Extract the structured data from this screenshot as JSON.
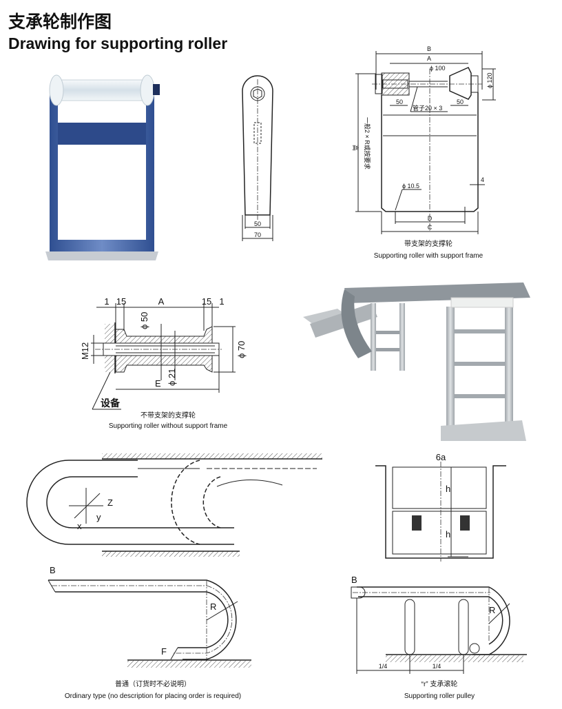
{
  "header": {
    "title_cn": "支承轮制作图",
    "title_en": "Drawing for supporting roller"
  },
  "side_view": {
    "dim_inner": "50",
    "dim_outer": "70"
  },
  "with_frame": {
    "dim_B": "B",
    "dim_A": "A",
    "dia_100": "ϕ 100",
    "dia_120": "ϕ 120",
    "dim_50_left": "50",
    "dim_50_right": "50",
    "pipe": "管子20 × 3",
    "height_label": "高",
    "height_note": "一般2 × R或按要求",
    "thickness": "4",
    "hole": "ϕ 10.5",
    "dim_D": "D",
    "dim_C": "C",
    "caption_cn": "带支架的支撑轮",
    "caption_en": "Supporting roller with support frame"
  },
  "without_frame": {
    "dim_1_left": "1",
    "dim_15_left": "15",
    "dim_A": "A",
    "dim_15_right": "15",
    "dim_1_right": "1",
    "dia_50": "ϕ 50",
    "thread": "M12",
    "dia_70": "ϕ 70",
    "dia_21": "ϕ 21",
    "dim_E": "E",
    "equipment": "设备",
    "caption_cn": "不带支架的支撑轮",
    "caption_en": "Supporting roller without support frame"
  },
  "chain": {
    "axis_x": "x",
    "axis_y": "y",
    "axis_z": "Z"
  },
  "frame_section": {
    "dim_6a": "6a",
    "dim_h_top": "h",
    "dim_h_bottom": "h"
  },
  "ordinary": {
    "label_B": "B",
    "label_R": "R",
    "label_F": "F",
    "caption_cn": "普通（订货时不必说明）",
    "caption_en": "Ordinary type (no description for placing order is required)"
  },
  "pulley": {
    "label_B": "B",
    "label_R": "R",
    "quarter_1": "1/4",
    "quarter_2": "1/4",
    "caption_cn": "“r” 支承滚轮",
    "caption_en": "Supporting roller pulley"
  },
  "colors": {
    "frame_blue": "#3e5d9e",
    "roller_white": "#e8eef2",
    "steel": "#b9bec2"
  }
}
